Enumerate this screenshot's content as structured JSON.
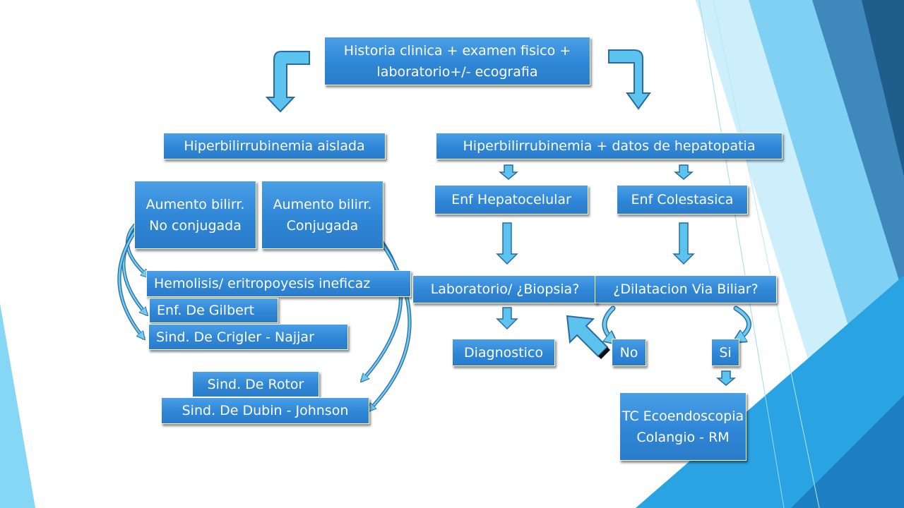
{
  "colors": {
    "box_fill": "#2f86d6",
    "arrow_fill": "#5cc3ee",
    "arrow_stroke": "#2a6aa0",
    "bg_triangle_dark": "#1f5d8c",
    "bg_triangle_light": "#7fd0f2"
  },
  "boxes": {
    "history": "Historia clinica + examen fisico + laboratorio+/- ecografia",
    "aislada": "Hiperbilirrubinemia aislada",
    "hepatopatia": "Hiperbilirrubinemia + datos de hepatopatia",
    "no_conjugada": "Aumento bilirr. No conjugada",
    "conjugada": "Aumento bilirr. Conjugada",
    "hepatocelular": "Enf Hepatocelular",
    "colestasica": "Enf Colestasica",
    "hemolisis": "Hemolisis/ eritropoyesis ineficaz",
    "gilbert": "Enf. De Gilbert",
    "crigler": "Sind. De Crigler - Najjar",
    "laboratorio": "Laboratorio/ ¿Biopsia?",
    "dilatacion": "¿Dilatacion Via Biliar?",
    "diagnostico": "Diagnostico",
    "no": "No",
    "si": "Si",
    "rotor": "Sind. De Rotor",
    "dubin": "Sind. De Dubin - Johnson",
    "imaging": "TC Ecoendoscopia Colangio - RM"
  }
}
